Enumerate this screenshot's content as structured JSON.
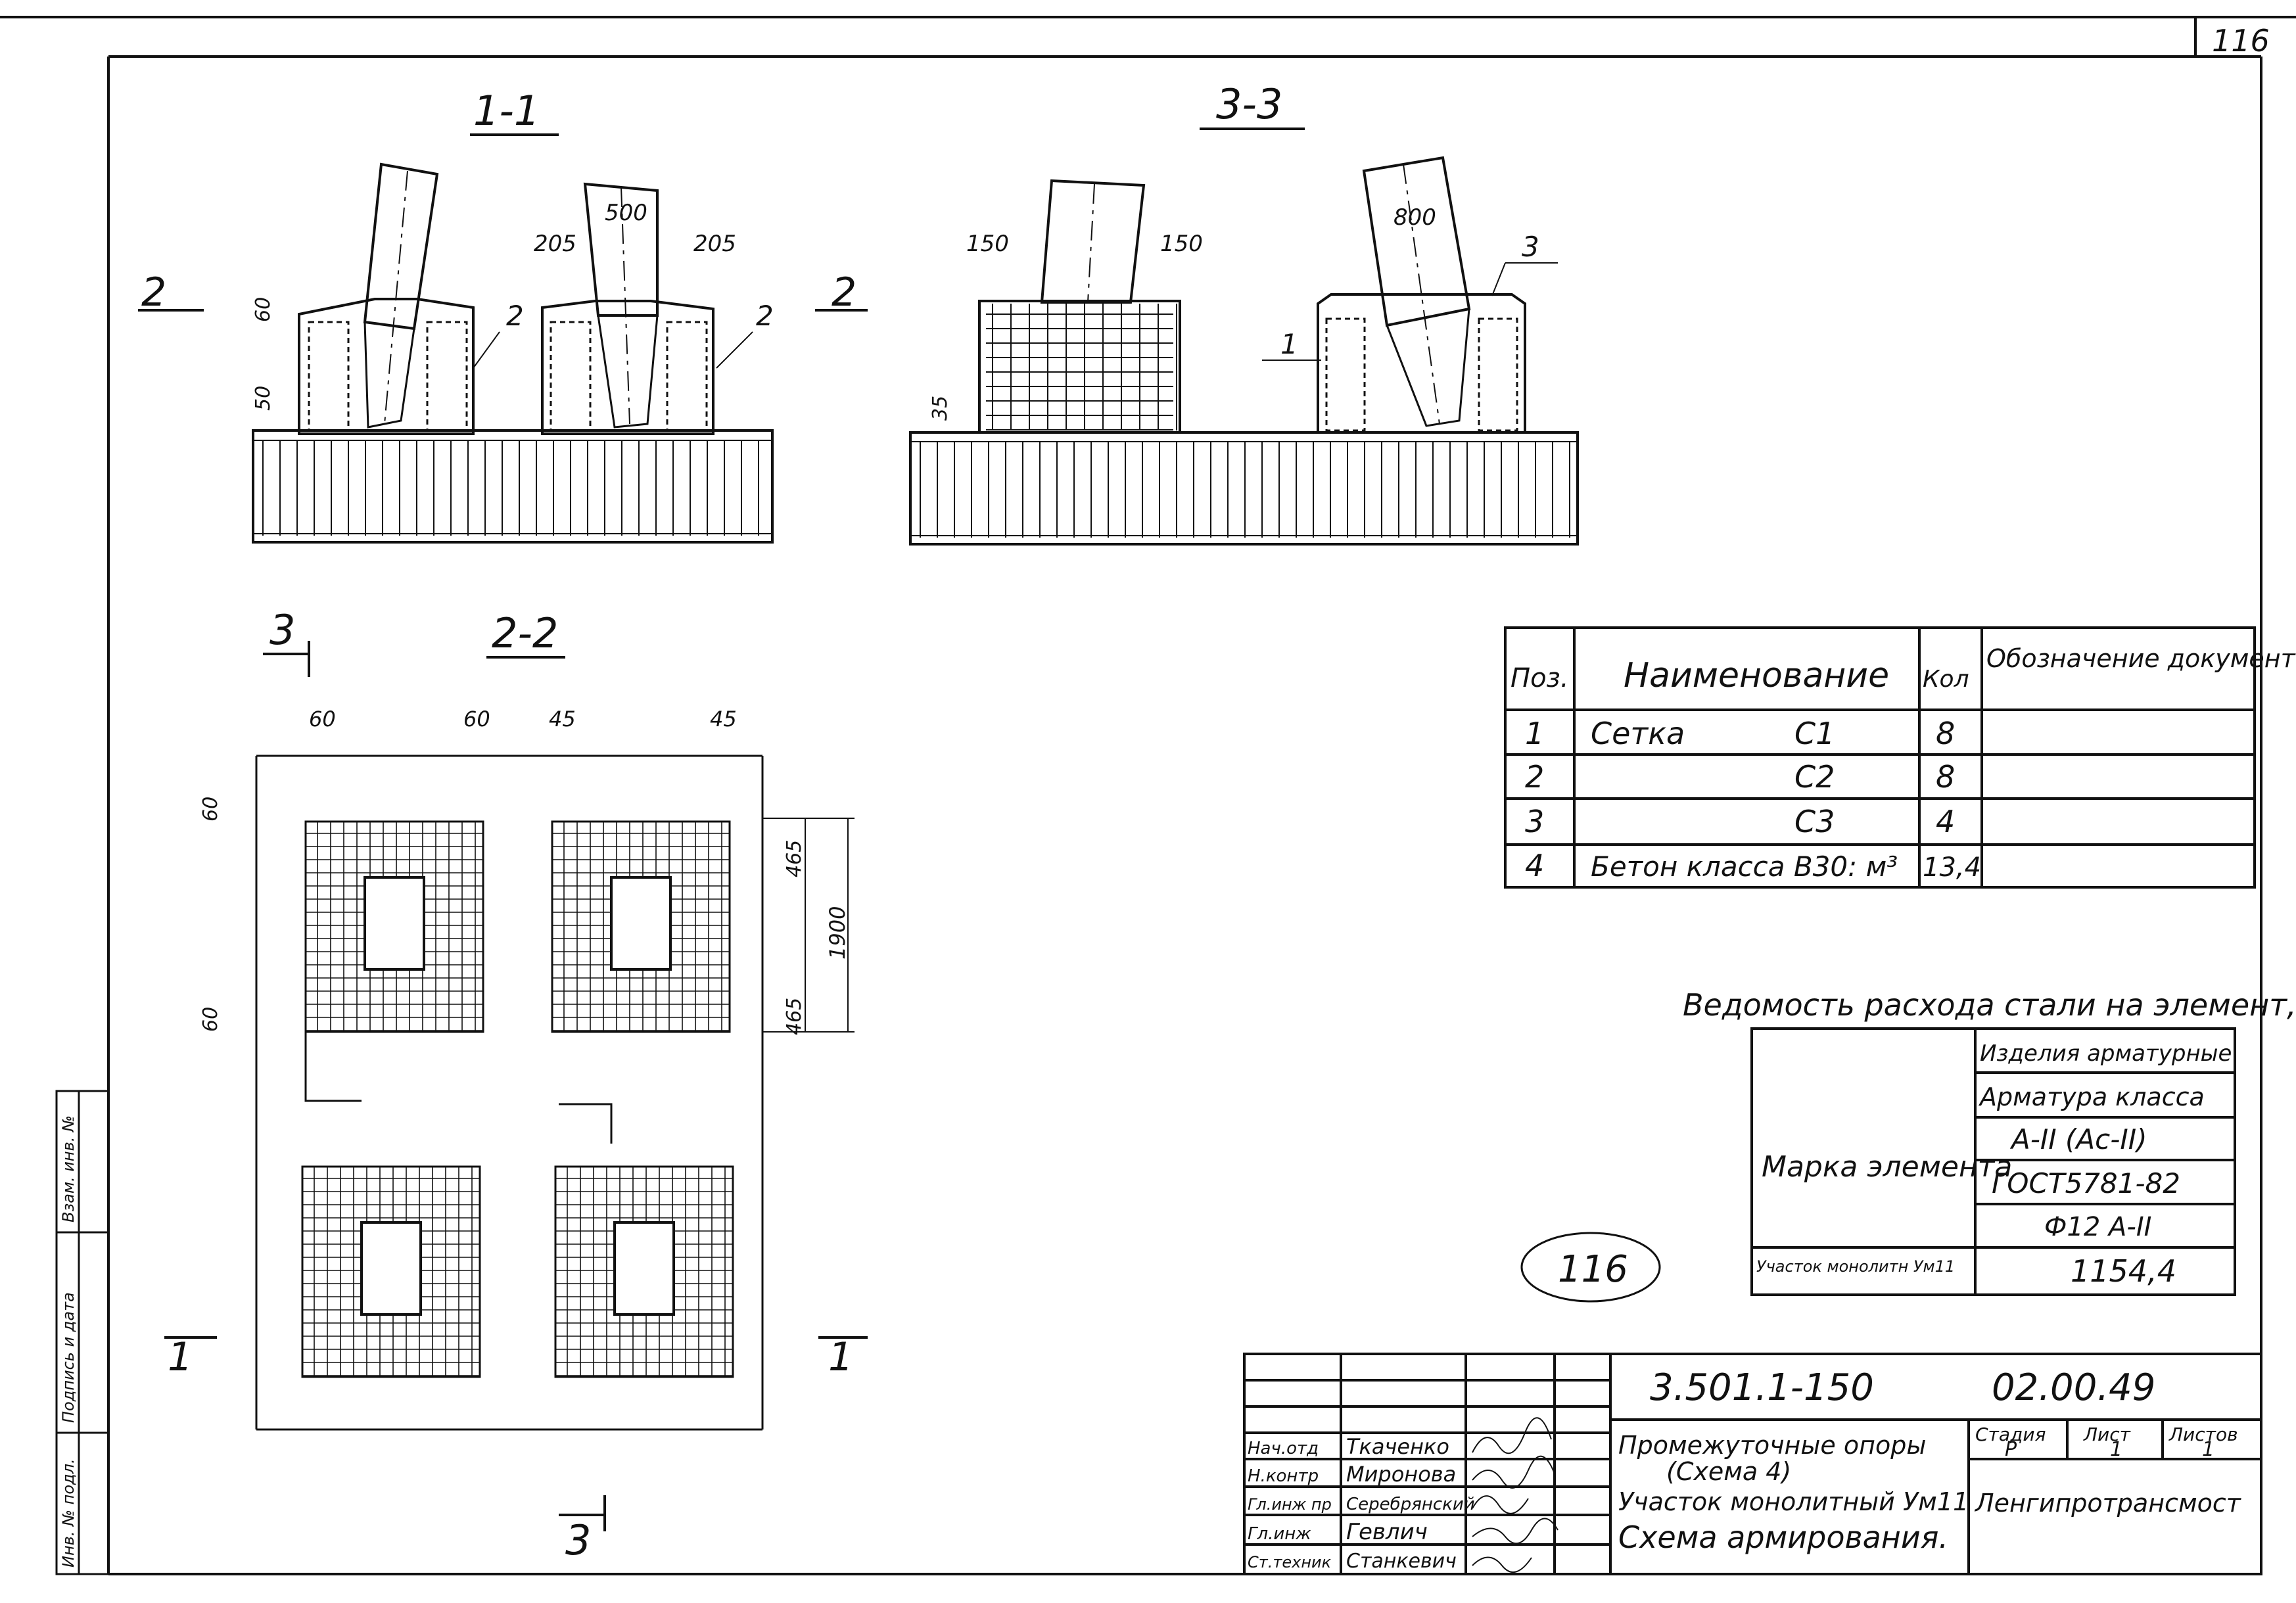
{
  "sheet": {
    "page_number": "116",
    "stamp": "116"
  },
  "sections": {
    "s11": "1-1",
    "s33": "3-3",
    "s22": "2-2",
    "mark2": "2",
    "mark3": "3",
    "mark1": "1"
  },
  "dimensions": {
    "d500": "500",
    "d205a": "205",
    "d205b": "205",
    "d60": "60",
    "d50": "50",
    "d150a": "150",
    "d150b": "150",
    "d800": "800",
    "d35": "35",
    "d60a": "60",
    "d60b": "60",
    "d45a": "45",
    "d45b": "45",
    "d60c": "60",
    "d60d": "60",
    "d465a": "465",
    "d465b": "465",
    "d1900": "1900"
  },
  "leaders": {
    "l2a": "2",
    "l2b": "2",
    "l1": "1",
    "l3": "3"
  },
  "spec_table": {
    "headers": [
      "Поз.",
      "Наименование",
      "Кол",
      "Обозначение документа"
    ],
    "rows": [
      {
        "pos": "1",
        "name": "Сетка",
        "mark": "С1",
        "qty": "8"
      },
      {
        "pos": "2",
        "name": "",
        "mark": "С2",
        "qty": "8"
      },
      {
        "pos": "3",
        "name": "",
        "mark": "С3",
        "qty": "4"
      },
      {
        "pos": "4",
        "name": "Бетон класса В30: м³",
        "mark": "",
        "qty": "13,4"
      }
    ]
  },
  "steel_table": {
    "title": "Ведомость расхода стали на элемент, кг",
    "marka": "Марка элемента",
    "h1": "Изделия арматурные",
    "h2": "Арматура класса",
    "h3": "А-II (Ас-II)",
    "h4": "ГОСТ5781-82",
    "h5": "Ф12 А-II",
    "row_label": "Участок монолитн Ум11",
    "row_value": "1154,4"
  },
  "title_block": {
    "code": "3.501.1-150",
    "sheet_code": "02.00.49",
    "desc1": "Промежуточные опоры",
    "desc2": "(Схема 4)",
    "desc3": "Участок монолитный Ум11",
    "desc4": "Схема армирования.",
    "stadia_label": "Стадия",
    "list_label": "Лист",
    "listov_label": "Листов",
    "stadia": "Р",
    "list": "1",
    "listov": "1",
    "org": "Ленгипротрансмост",
    "staff": [
      {
        "role": "Нач.отд",
        "name": "Ткаченко"
      },
      {
        "role": "Н.контр",
        "name": "Миронова"
      },
      {
        "role": "Гл.инж пр",
        "name": "Серебрянский"
      },
      {
        "role": "Гл.инж",
        "name": "Гевлич"
      },
      {
        "role": "Ст.техник",
        "name": "Станкевич"
      }
    ]
  },
  "side_stamp": {
    "inv_podl": "Инв. № подл.",
    "podpis": "Подпись и дата",
    "vzam": "Взам. инв. №"
  }
}
